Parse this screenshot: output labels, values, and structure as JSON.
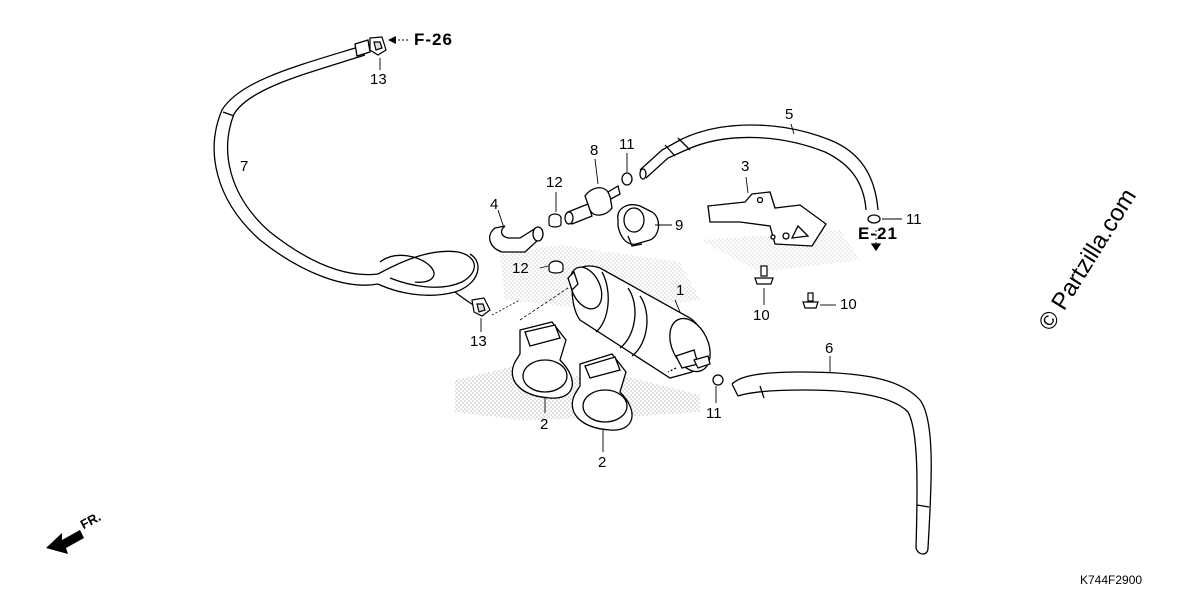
{
  "callouts": [
    {
      "id": "1",
      "text": "1"
    },
    {
      "id": "2a",
      "text": "2"
    },
    {
      "id": "2b",
      "text": "2"
    },
    {
      "id": "3",
      "text": "3"
    },
    {
      "id": "4",
      "text": "4"
    },
    {
      "id": "5",
      "text": "5"
    },
    {
      "id": "6",
      "text": "6"
    },
    {
      "id": "7",
      "text": "7"
    },
    {
      "id": "8",
      "text": "8"
    },
    {
      "id": "9",
      "text": "9"
    },
    {
      "id": "10a",
      "text": "10"
    },
    {
      "id": "10b",
      "text": "10"
    },
    {
      "id": "11a",
      "text": "11"
    },
    {
      "id": "11b",
      "text": "11"
    },
    {
      "id": "11c",
      "text": "11"
    },
    {
      "id": "12a",
      "text": "12"
    },
    {
      "id": "12b",
      "text": "12"
    },
    {
      "id": "13a",
      "text": "13"
    },
    {
      "id": "13b",
      "text": "13"
    }
  ],
  "refs": {
    "f26": "F-26",
    "e21": "E-21"
  },
  "direction": "FR.",
  "copyright": "© Partzilla.com",
  "diagram_code": "K744F2900",
  "colors": {
    "line": "#000000",
    "shade": "#c8c8c8",
    "bg": "#ffffff"
  }
}
